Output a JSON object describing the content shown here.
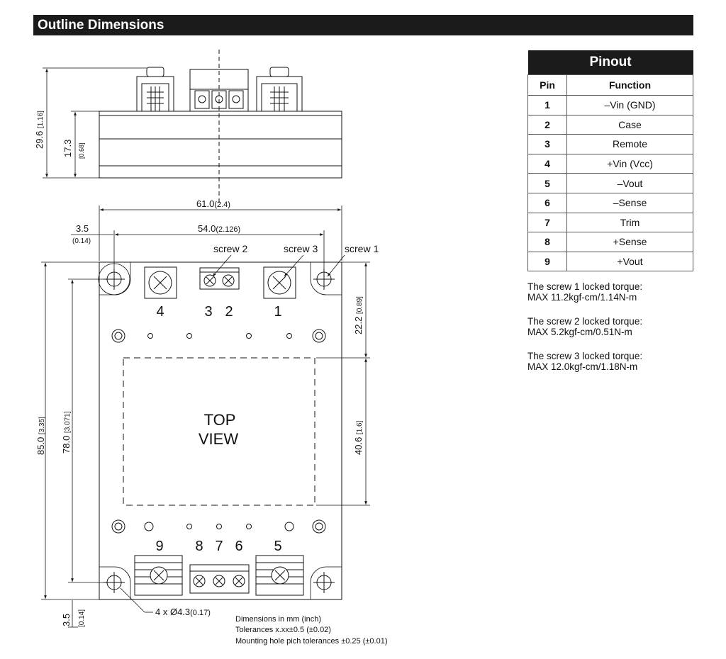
{
  "header": {
    "title": "Outline Dimensions"
  },
  "pinout": {
    "title": "Pinout",
    "col_pin": "Pin",
    "col_function": "Function",
    "rows": [
      {
        "pin": "1",
        "function": "–Vin (GND)"
      },
      {
        "pin": "2",
        "function": "Case"
      },
      {
        "pin": "3",
        "function": "Remote"
      },
      {
        "pin": "4",
        "function": "+Vin (Vcc)"
      },
      {
        "pin": "5",
        "function": "–Vout"
      },
      {
        "pin": "6",
        "function": "–Sense"
      },
      {
        "pin": "7",
        "function": "Trim"
      },
      {
        "pin": "8",
        "function": "+Sense"
      },
      {
        "pin": "9",
        "function": "+Vout"
      }
    ]
  },
  "torque_notes": [
    {
      "line1": "The screw 1 locked torque:",
      "line2": "MAX 11.2kgf-cm/1.14N-m"
    },
    {
      "line1": "The screw 2 locked torque:",
      "line2": "MAX 5.2kgf-cm/0.51N-m"
    },
    {
      "line1": "The screw 3 locked torque:",
      "line2": "MAX 12.0kgf-cm/1.18N-m"
    }
  ],
  "drawing": {
    "dim_height_total": "29.6",
    "dim_height_total_in": "[1.16]",
    "dim_height_body": "17.3",
    "dim_height_body_in": "[0.68]",
    "dim_width_total": "61.0",
    "dim_width_total_in": "(2.4)",
    "dim_left_offset": "3.5",
    "dim_left_offset_in": "(0.14)",
    "dim_hole_pitch": "54.0",
    "dim_hole_pitch_in": "(2.126)",
    "label_screw1": "screw 1",
    "label_screw2": "screw 2",
    "label_screw3": "screw 3",
    "pin_4": "4",
    "pin_3": "3",
    "pin_2": "2",
    "pin_1": "1",
    "pin_9": "9",
    "pin_8": "8",
    "pin_7": "7",
    "pin_6": "6",
    "pin_5": "5",
    "top_view_line1": "TOP",
    "top_view_line2": "VIEW",
    "dim_top_to_box": "22.2",
    "dim_top_to_box_in": "[0.89]",
    "dim_box_height": "40.6",
    "dim_box_height_in": "[1.6]",
    "dim_length_total": "85.0",
    "dim_length_total_in": "[3.35]",
    "dim_length_pitch": "78.0",
    "dim_length_pitch_in": "[3.071]",
    "dim_bottom_offset": "3.5",
    "dim_bottom_offset_in": "[0.14]",
    "hole_callout": "4 x Ø4.3",
    "hole_callout_in": "(0.17)",
    "note_line1": "Dimensions in mm (inch)",
    "note_line2": "Tolerances x.xx±0.5 (±0.02)",
    "note_line3": "Mounting hole pich tolerances ±0.25 (±0.01)"
  }
}
